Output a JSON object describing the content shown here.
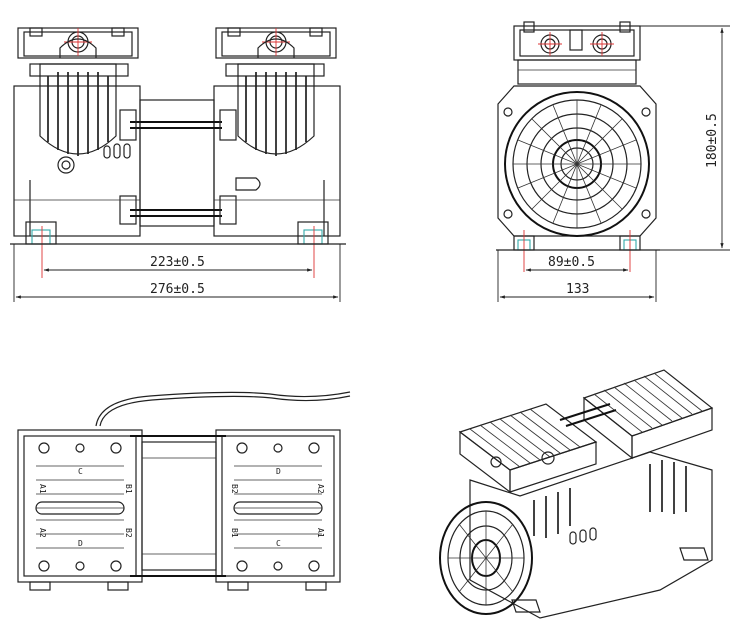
{
  "front_view": {
    "dim_inner": "223±0.5",
    "dim_outer": "276±0.5"
  },
  "side_view": {
    "dim_height": "180±0.5",
    "dim_inner": "89±0.5",
    "dim_outer": "133"
  },
  "top_view": {
    "head_labels": [
      "C",
      "D",
      "D",
      "C"
    ],
    "port_labels": [
      "A1",
      "B1",
      "B2",
      "A2",
      "A2",
      "B2",
      "B1",
      "A1"
    ]
  },
  "colors": {
    "line": "#222222",
    "centerline": "#dd3333",
    "foot": "#33aaaa",
    "background": "#ffffff"
  }
}
